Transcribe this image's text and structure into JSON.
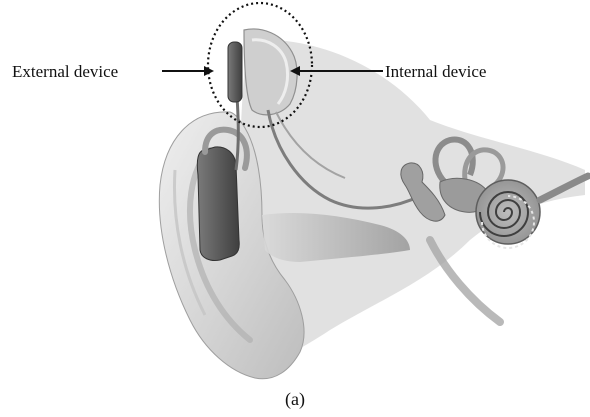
{
  "labels": {
    "external": "External device",
    "internal": "Internal device"
  },
  "caption": "(a)",
  "colors": {
    "background": "#ffffff",
    "text": "#111111",
    "skin_light": "#e6e6e6",
    "skin_mid": "#c9c9c9",
    "skin_dark": "#8a8a8a",
    "device_dark": "#555555"
  }
}
